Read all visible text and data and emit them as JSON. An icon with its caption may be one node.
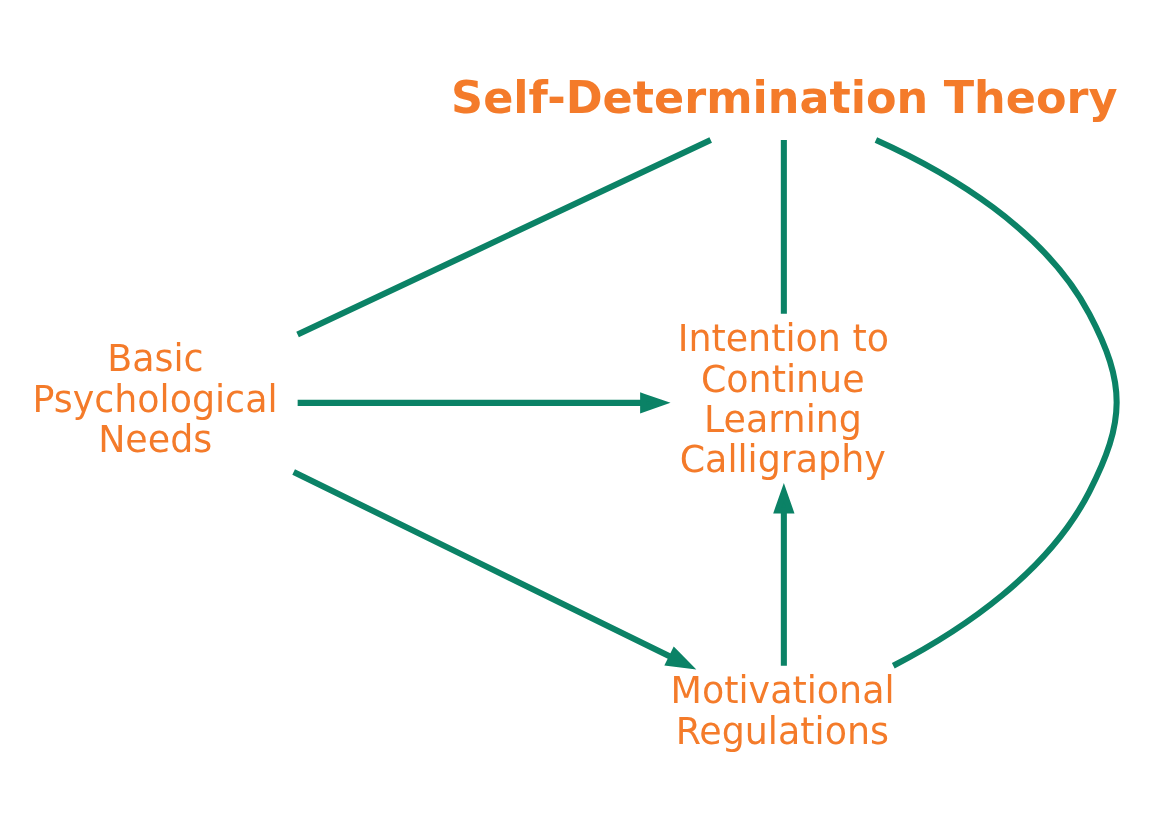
{
  "diagram": {
    "nodes": [
      {
        "text": [
          "Self-Determination Theory"
        ]
      },
      {
        "text": [
          "Basic Psychological Needs"
        ]
      },
      {
        "text": [
          "Intention to Continue Learning Calligraphy"
        ]
      },
      {
        "text": [
          "Motivational Regulations"
        ]
      }
    ],
    "edges": [
      {
        "from": 0,
        "to": 1,
        "arrow": "none"
      },
      {
        "from": 0,
        "to": 3,
        "arrow": "none"
      },
      {
        "from": 0,
        "to": 2,
        "arrow": "none"
      },
      {
        "from": 1,
        "to": 2,
        "arrow": "to"
      },
      {
        "from": 1,
        "to": 3,
        "arrow": "to"
      },
      {
        "from": 3,
        "to": 2,
        "arrow": "to"
      }
    ]
  }
}
